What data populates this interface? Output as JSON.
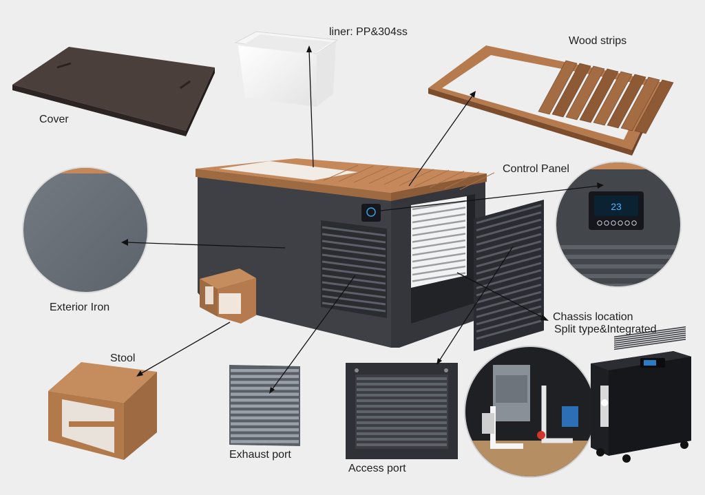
{
  "labels": {
    "liner": "liner: PP&304ss",
    "wood_strips": "Wood strips",
    "cover": "Cover",
    "control_panel": "Control Panel",
    "exterior_iron": "Exterior Iron",
    "chassis_location": "Chassis location",
    "split_type": "Split type&Integrated",
    "stool": "Stool",
    "exhaust_port": "Exhaust port",
    "access_port": "Access port"
  },
  "display": {
    "temperature": "23"
  },
  "colors": {
    "background": "#eeeeee",
    "body": "#3e4045",
    "wood": "#b57a4e",
    "wood_dark": "#7c4d2d",
    "iron": "#6c727a",
    "text": "#1e1e1e"
  }
}
